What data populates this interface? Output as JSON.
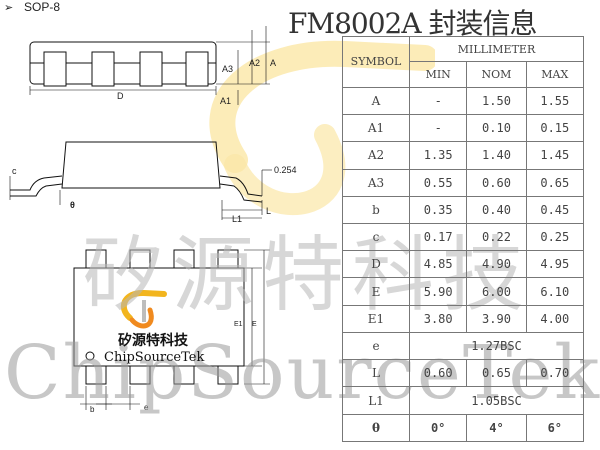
{
  "header": {
    "bullet": "➢",
    "package": "SOP-8",
    "title": "FM8002A 封装信息"
  },
  "watermark": {
    "cn": "矽源特科技",
    "en": "ChipSourceTek"
  },
  "logo": {
    "cn": "矽源特科技",
    "en": "ChipSourceTek",
    "colors": {
      "gold": "#f2b51e",
      "orange": "#f08a1f",
      "grey": "#bdbdbd"
    }
  },
  "drawing": {
    "labels": {
      "a": "A",
      "a1": "A1",
      "a2": "A2",
      "a3": "A3",
      "d": "D",
      "c": "c",
      "theta": "θ",
      "dim_0254": "0.254",
      "l": "L",
      "l1": "L1",
      "e": "E",
      "e1": "E1",
      "b": "b",
      "e_pitch": "e"
    }
  },
  "table": {
    "symbol_header": "SYMBOL",
    "unit_header": "MILLIMETER",
    "columns": [
      "MIN",
      "NOM",
      "MAX"
    ],
    "rows": [
      {
        "symbol": "A",
        "min": "-",
        "nom": "1.50",
        "max": "1.55"
      },
      {
        "symbol": "A1",
        "min": "-",
        "nom": "0.10",
        "max": "0.15"
      },
      {
        "symbol": "A2",
        "min": "1.35",
        "nom": "1.40",
        "max": "1.45"
      },
      {
        "symbol": "A3",
        "min": "0.55",
        "nom": "0.60",
        "max": "0.65"
      },
      {
        "symbol": "b",
        "min": "0.35",
        "nom": "0.40",
        "max": "0.45"
      },
      {
        "symbol": "c",
        "min": "0.17",
        "nom": "0.22",
        "max": "0.25"
      },
      {
        "symbol": "D",
        "min": "4.85",
        "nom": "4.90",
        "max": "4.95"
      },
      {
        "symbol": "E",
        "min": "5.90",
        "nom": "6.00",
        "max": "6.10"
      },
      {
        "symbol": "E1",
        "min": "3.80",
        "nom": "3.90",
        "max": "4.00"
      },
      {
        "symbol": "e",
        "span": "1.27BSC"
      },
      {
        "symbol": "L",
        "min": "0.60",
        "nom": "0.65",
        "max": "0.70"
      },
      {
        "symbol": "L1",
        "span": "1.05BSC"
      },
      {
        "symbol": "θ",
        "min": "0°",
        "nom": "4°",
        "max": "6°",
        "bold": true
      }
    ]
  }
}
